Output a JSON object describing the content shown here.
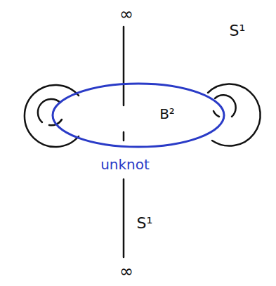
{
  "diagram": {
    "labels": [
      "∞",
      "S¹",
      "B²",
      "unknot",
      "S¹",
      "∞"
    ]
  }
}
